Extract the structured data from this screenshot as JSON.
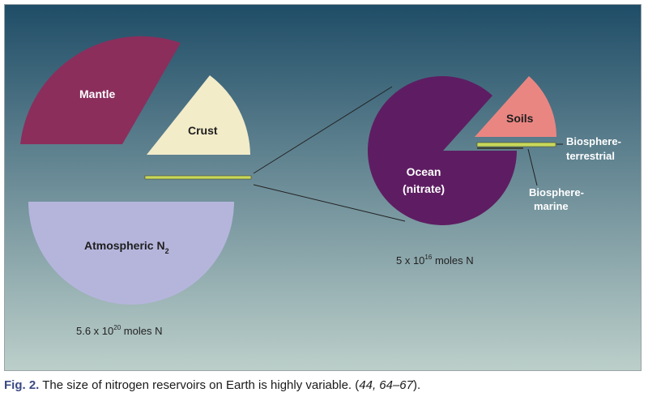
{
  "diagram": {
    "colors": {
      "bg_top": "#1f4d67",
      "bg_bottom": "#bccfca",
      "mantle": "#8b2e5c",
      "crust": "#f3ecc9",
      "atmosphere": "#b5b5dc",
      "ocean": "#5e1d62",
      "soils": "#ea8682",
      "biosphere": "#c8d85a"
    },
    "labels": {
      "mantle": "Mantle",
      "crust": "Crust",
      "atmospheric": "Atmospheric N",
      "atmospheric_sub": "2",
      "ocean_line1": "Ocean",
      "ocean_line2": "(nitrate)",
      "soils": "Soils",
      "bio_terrestrial_line1": "Biosphere-",
      "bio_terrestrial_line2": "terrestrial",
      "bio_marine_line1": "Biosphere-",
      "bio_marine_line2": "marine"
    },
    "totals": {
      "left_prefix": "5.6 x 10",
      "left_exp": "20",
      "left_suffix": " moles N",
      "right_prefix": "5 x 10",
      "right_exp": "16",
      "right_suffix": " moles N"
    }
  },
  "caption": {
    "fig_label": "Fig. 2.",
    "text": " The size of nitrogen reservoirs on Earth is highly variable. (",
    "refs": "44, 64–67",
    "close": ")."
  }
}
